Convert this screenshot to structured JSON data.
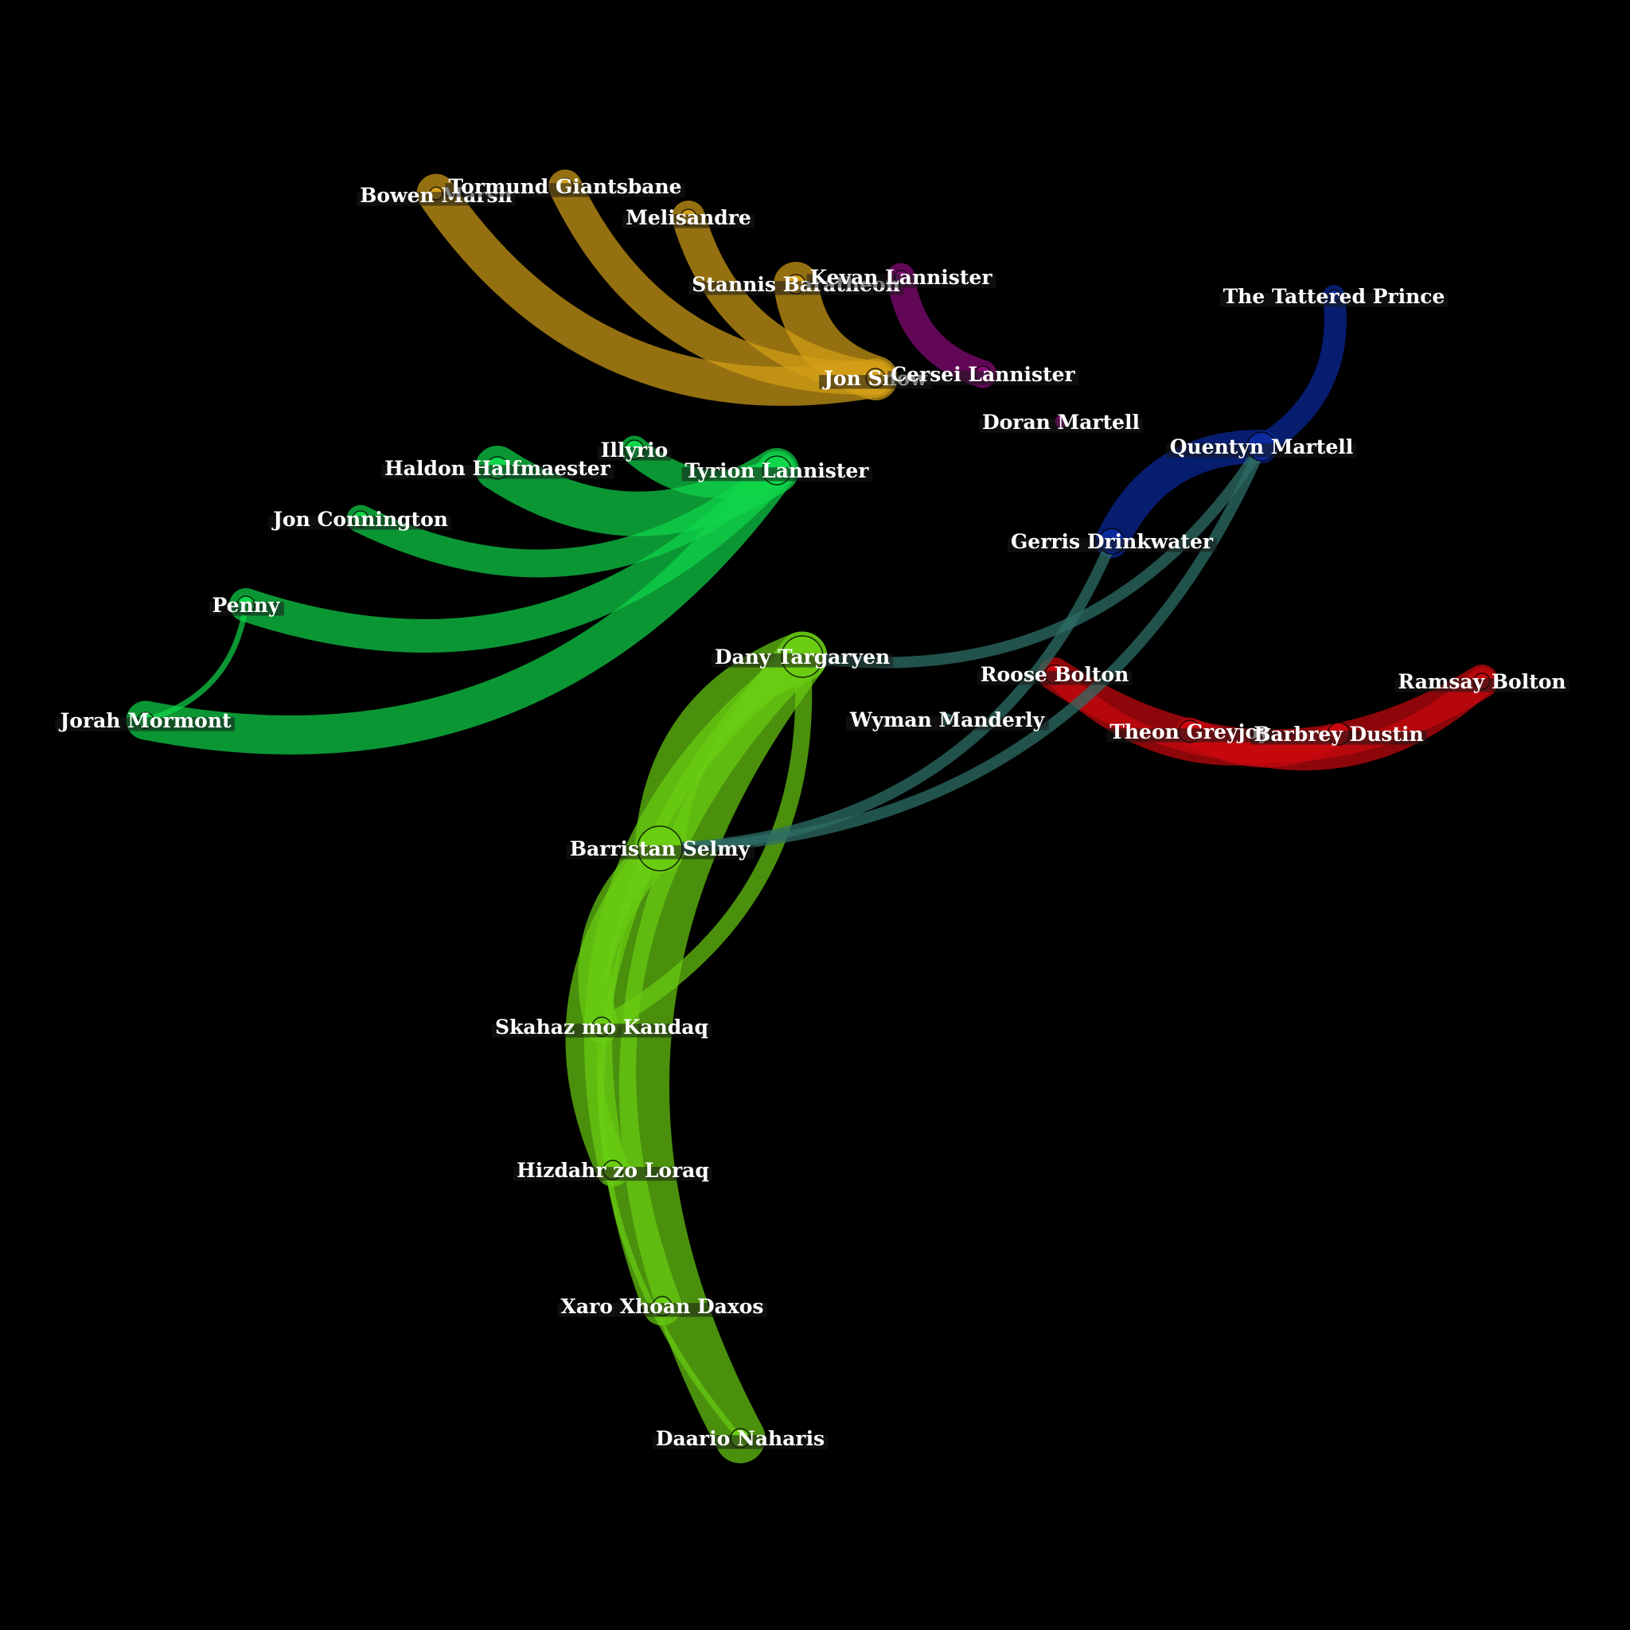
{
  "groups": [
    {
      "id": "night-watch",
      "color": "#D4A017"
    },
    {
      "id": "lannister",
      "color": "#8B0A7A"
    },
    {
      "id": "martell",
      "color": "#0A2A9E"
    },
    {
      "id": "essos",
      "color": "#0FD64A"
    },
    {
      "id": "meereen",
      "color": "#6ACD12"
    },
    {
      "id": "north",
      "color": "#C8080E"
    },
    {
      "id": "bridge",
      "color": "#2E6D66"
    }
  ],
  "nodes": [
    {
      "id": "bowen",
      "label": "Bowen Marsh",
      "group": "night-watch"
    },
    {
      "id": "tormund",
      "label": "Tormund Giantsbane",
      "group": "night-watch"
    },
    {
      "id": "melisandre",
      "label": "Melisandre",
      "group": "night-watch"
    },
    {
      "id": "stannis",
      "label": "Stannis Baratheon",
      "group": "night-watch"
    },
    {
      "id": "jonsnow",
      "label": "Jon Snow",
      "group": "night-watch"
    },
    {
      "id": "kevan",
      "label": "Kevan Lannister",
      "group": "lannister"
    },
    {
      "id": "cersei",
      "label": "Cersei Lannister",
      "group": "lannister"
    },
    {
      "id": "tattered",
      "label": "The Tattered Prince",
      "group": "martell"
    },
    {
      "id": "doran",
      "label": "Doran Martell",
      "group": "lannister"
    },
    {
      "id": "quentyn",
      "label": "Quentyn Martell",
      "group": "martell"
    },
    {
      "id": "gerris",
      "label": "Gerris Drinkwater",
      "group": "martell"
    },
    {
      "id": "haldon",
      "label": "Haldon Halfmaester",
      "group": "essos"
    },
    {
      "id": "illyrio",
      "label": "Illyrio",
      "group": "essos"
    },
    {
      "id": "tyrion",
      "label": "Tyrion Lannister",
      "group": "essos"
    },
    {
      "id": "jonconn",
      "label": "Jon Connington",
      "group": "essos"
    },
    {
      "id": "penny",
      "label": "Penny",
      "group": "essos"
    },
    {
      "id": "jorah",
      "label": "Jorah Mormont",
      "group": "essos"
    },
    {
      "id": "dany",
      "label": "Dany Targaryen",
      "group": "meereen"
    },
    {
      "id": "wyman",
      "label": "Wyman Manderly",
      "group": "bridge"
    },
    {
      "id": "roose",
      "label": "Roose Bolton",
      "group": "north"
    },
    {
      "id": "ramsay",
      "label": "Ramsay Bolton",
      "group": "north"
    },
    {
      "id": "theon",
      "label": "Theon Greyjoy",
      "group": "north"
    },
    {
      "id": "barbrey",
      "label": "Barbrey Dustin",
      "group": "north"
    },
    {
      "id": "barristan",
      "label": "Barristan Selmy",
      "group": "meereen"
    },
    {
      "id": "skahaz",
      "label": "Skahaz mo Kandaq",
      "group": "meereen"
    },
    {
      "id": "hizdahr",
      "label": "Hizdahr zo Loraq",
      "group": "meereen"
    },
    {
      "id": "xaro",
      "label": "Xaro Xhoan Daxos",
      "group": "meereen"
    },
    {
      "id": "daario",
      "label": "Daario Naharis",
      "group": "meereen"
    }
  ],
  "edges": [
    {
      "source": "bowen",
      "target": "jonsnow",
      "weight": 7,
      "group": "night-watch"
    },
    {
      "source": "tormund",
      "target": "jonsnow",
      "weight": 6,
      "group": "night-watch"
    },
    {
      "source": "melisandre",
      "target": "jonsnow",
      "weight": 6,
      "group": "night-watch"
    },
    {
      "source": "stannis",
      "target": "jonsnow",
      "weight": 8,
      "group": "night-watch"
    },
    {
      "source": "kevan",
      "target": "cersei",
      "weight": 5,
      "group": "lannister"
    },
    {
      "source": "quentyn",
      "target": "tattered",
      "weight": 4,
      "group": "martell"
    },
    {
      "source": "quentyn",
      "target": "gerris",
      "weight": 6,
      "group": "martell"
    },
    {
      "source": "haldon",
      "target": "tyrion",
      "weight": 8,
      "group": "essos"
    },
    {
      "source": "illyrio",
      "target": "tyrion",
      "weight": 5,
      "group": "essos"
    },
    {
      "source": "jonconn",
      "target": "tyrion",
      "weight": 5,
      "group": "essos"
    },
    {
      "source": "penny",
      "target": "tyrion",
      "weight": 6,
      "group": "essos"
    },
    {
      "source": "jorah",
      "target": "tyrion",
      "weight": 7,
      "group": "essos"
    },
    {
      "source": "jorah",
      "target": "penny",
      "weight": 1,
      "group": "essos"
    },
    {
      "source": "roose",
      "target": "ramsay",
      "weight": 6,
      "group": "north"
    },
    {
      "source": "roose",
      "target": "barbrey",
      "weight": 4,
      "group": "north"
    },
    {
      "source": "theon",
      "target": "barbrey",
      "weight": 4,
      "group": "north"
    },
    {
      "source": "theon",
      "target": "ramsay",
      "weight": 5,
      "group": "north"
    },
    {
      "source": "dany",
      "target": "barristan",
      "weight": 9,
      "group": "meereen"
    },
    {
      "source": "dany",
      "target": "daario",
      "weight": 9,
      "group": "meereen"
    },
    {
      "source": "dany",
      "target": "xaro",
      "weight": 7,
      "group": "meereen"
    },
    {
      "source": "dany",
      "target": "hizdahr",
      "weight": 5,
      "group": "meereen"
    },
    {
      "source": "barristan",
      "target": "skahaz",
      "weight": 6,
      "group": "meereen"
    },
    {
      "source": "barristan",
      "target": "hizdahr",
      "weight": 6,
      "group": "meereen"
    },
    {
      "source": "barristan",
      "target": "daario",
      "weight": 1,
      "group": "meereen"
    },
    {
      "source": "skahaz",
      "target": "dany",
      "weight": 3,
      "group": "meereen"
    },
    {
      "source": "dany",
      "target": "quentyn",
      "weight": 2,
      "group": "bridge"
    },
    {
      "source": "barristan",
      "target": "quentyn",
      "weight": 2,
      "group": "bridge"
    },
    {
      "source": "barristan",
      "target": "gerris",
      "weight": 2,
      "group": "bridge"
    }
  ]
}
